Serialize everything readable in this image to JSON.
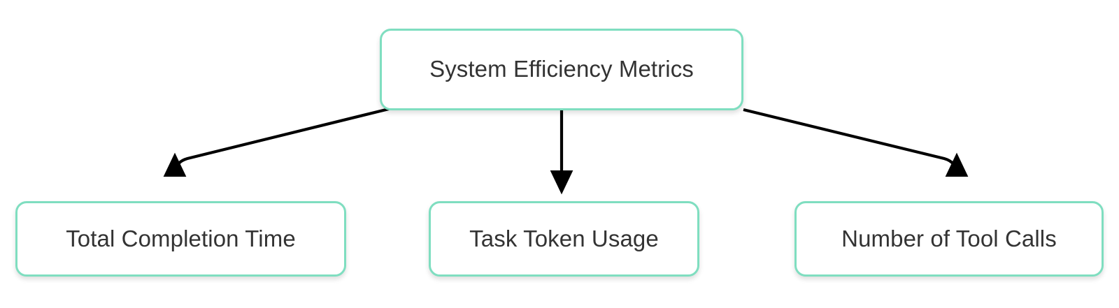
{
  "diagram": {
    "type": "tree",
    "orientation": "top-down",
    "background_color": "#ffffff",
    "node_border_color": "#7fdec0",
    "node_fill_color": "#ffffff",
    "node_text_color": "#333333",
    "edge_color": "#000000",
    "root": {
      "label": "System Efficiency Metrics"
    },
    "children": [
      {
        "label": "Total Completion Time"
      },
      {
        "label": "Task Token Usage"
      },
      {
        "label": "Number of Tool Calls"
      }
    ],
    "edges": [
      {
        "from": "System Efficiency Metrics",
        "to": "Total Completion Time",
        "style": "elbow-curved",
        "arrowhead": "filled-triangle"
      },
      {
        "from": "System Efficiency Metrics",
        "to": "Task Token Usage",
        "style": "straight-vertical",
        "arrowhead": "filled-triangle"
      },
      {
        "from": "System Efficiency Metrics",
        "to": "Number of Tool Calls",
        "style": "elbow-curved",
        "arrowhead": "filled-triangle"
      }
    ]
  }
}
